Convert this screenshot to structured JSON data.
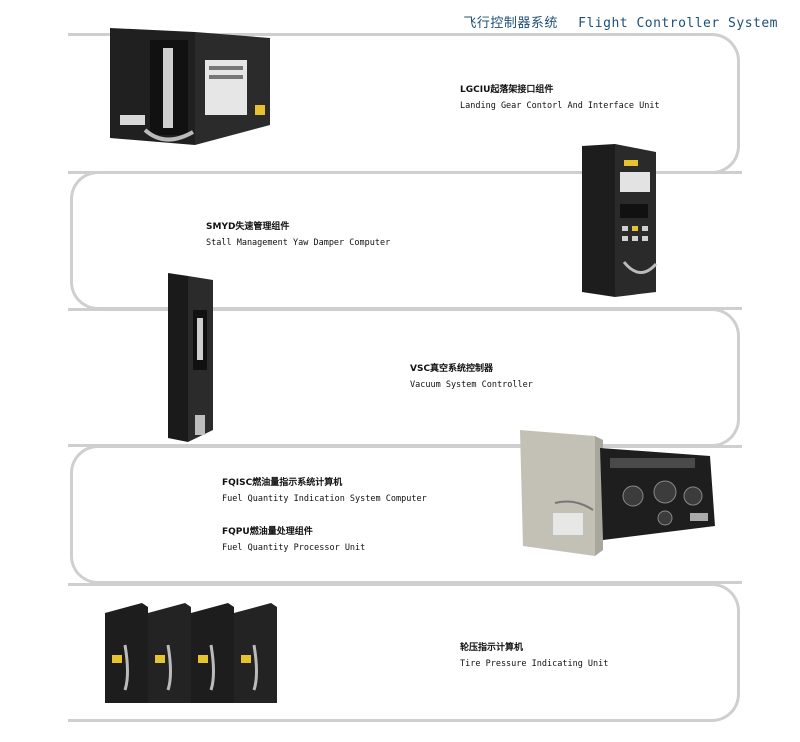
{
  "header": {
    "title_cn": "飞行控制器系统",
    "title_en": "Flight Controller System"
  },
  "items": [
    {
      "name_cn": "LGCIU起落架接口组件",
      "name_en": "Landing Gear Contorl And Interface Unit"
    },
    {
      "name_cn": "SMYD失速管理组件",
      "name_en": "Stall Management Yaw Damper Computer"
    },
    {
      "name_cn": "VSC真空系统控制器",
      "name_en": "Vacuum System Controller"
    },
    {
      "name_cn": "FQISC燃油量指示系统计算机",
      "name_en": "Fuel Quantity Indication System Computer"
    },
    {
      "name_cn": "FQPU燃油量处理组件",
      "name_en": "Fuel Quantity Processor Unit"
    },
    {
      "name_cn": "轮压指示计算机",
      "name_en": "Tire Pressure Indicating Unit"
    }
  ],
  "colors": {
    "frame": "#cfcfcf",
    "header": "#1d4f78",
    "device_dark": "#1b1b1b",
    "device_grey": "#b9b7ac"
  }
}
